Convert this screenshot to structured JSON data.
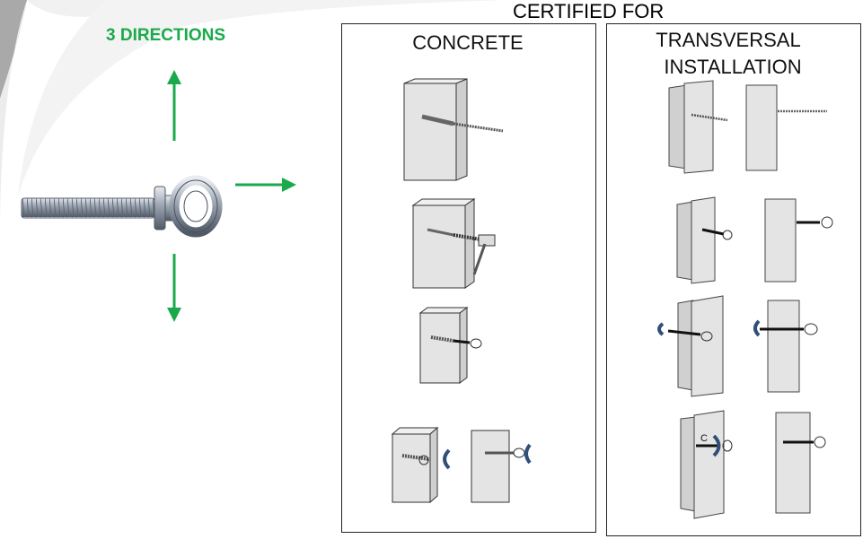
{
  "directions_title": "3 DIRECTIONS",
  "certified_title": "CERTIFIED FOR",
  "panels": {
    "concrete": {
      "title": "CONCRETE"
    },
    "transversal": {
      "title_line1": "TRANSVERSAL",
      "title_line2": "INSTALLATION"
    }
  },
  "labels": {
    "step_c": "C"
  },
  "colors": {
    "arrow_green": "#1aaa4b",
    "clamp_blue": "#2f4f7a",
    "block_fill": "#e4e4e4"
  },
  "icons": [
    "arrow-up-icon",
    "arrow-right-icon",
    "arrow-down-icon"
  ]
}
